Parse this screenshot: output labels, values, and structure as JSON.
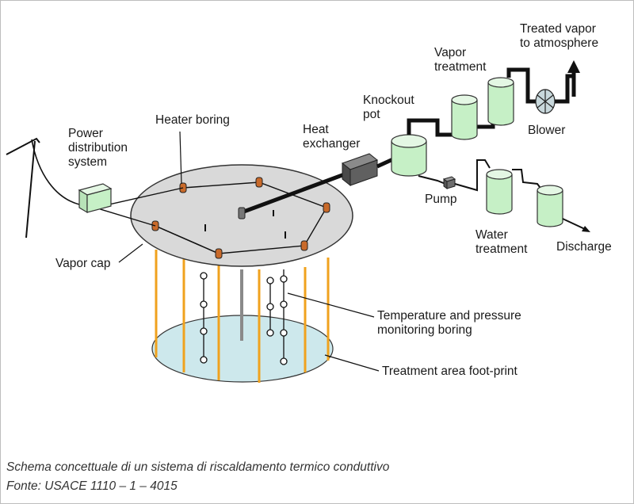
{
  "labels": {
    "power_distribution": [
      "Power",
      "distribution",
      "system"
    ],
    "heater_boring": "Heater boring",
    "heat_exchanger": [
      "Heat",
      "exchanger"
    ],
    "knockout_pot": [
      "Knockout",
      "pot"
    ],
    "vapor_treatment": [
      "Vapor",
      "treatment"
    ],
    "treated_vapor": [
      "Treated vapor",
      "to atmosphere"
    ],
    "blower": "Blower",
    "pump": "Pump",
    "water_treatment": [
      "Water",
      "treatment"
    ],
    "discharge": "Discharge",
    "vapor_cap": "Vapor cap",
    "monitoring_boring": [
      "Temperature and pressure",
      "monitoring boring"
    ],
    "footprint": "Treatment area foot-print"
  },
  "caption": {
    "line1": "Schema concettuale di un sistema di riscaldamento termico conduttivo",
    "line2": "Fonte: USACE 1110 – 1 – 4015"
  },
  "colors": {
    "cap_fill": "#d9d9d9",
    "footprint_fill": "#cde8ec",
    "vessel_fill": "#c6f0c6",
    "heater_rod": "#f0a21e",
    "heater_cap": "#c96a2a",
    "line": "#111111"
  }
}
